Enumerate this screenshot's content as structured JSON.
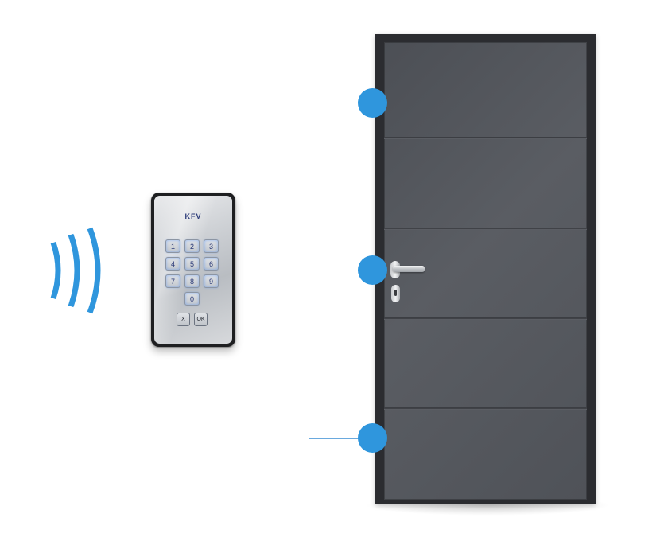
{
  "keypad": {
    "brand": "KFV",
    "keys": [
      "1",
      "2",
      "3",
      "4",
      "5",
      "6",
      "7",
      "8",
      "9",
      "",
      "0",
      ""
    ],
    "function_keys": [
      "X",
      "OK"
    ]
  },
  "colors": {
    "accent_blue": "#2f96dd",
    "connector_line": "#6aa9de",
    "door_body": "#54575d",
    "door_frame": "#2b2c30"
  },
  "icons": {
    "signal": "wireless-signal-icon",
    "handle": "door-handle-icon",
    "lock": "lock-cylinder-icon"
  }
}
